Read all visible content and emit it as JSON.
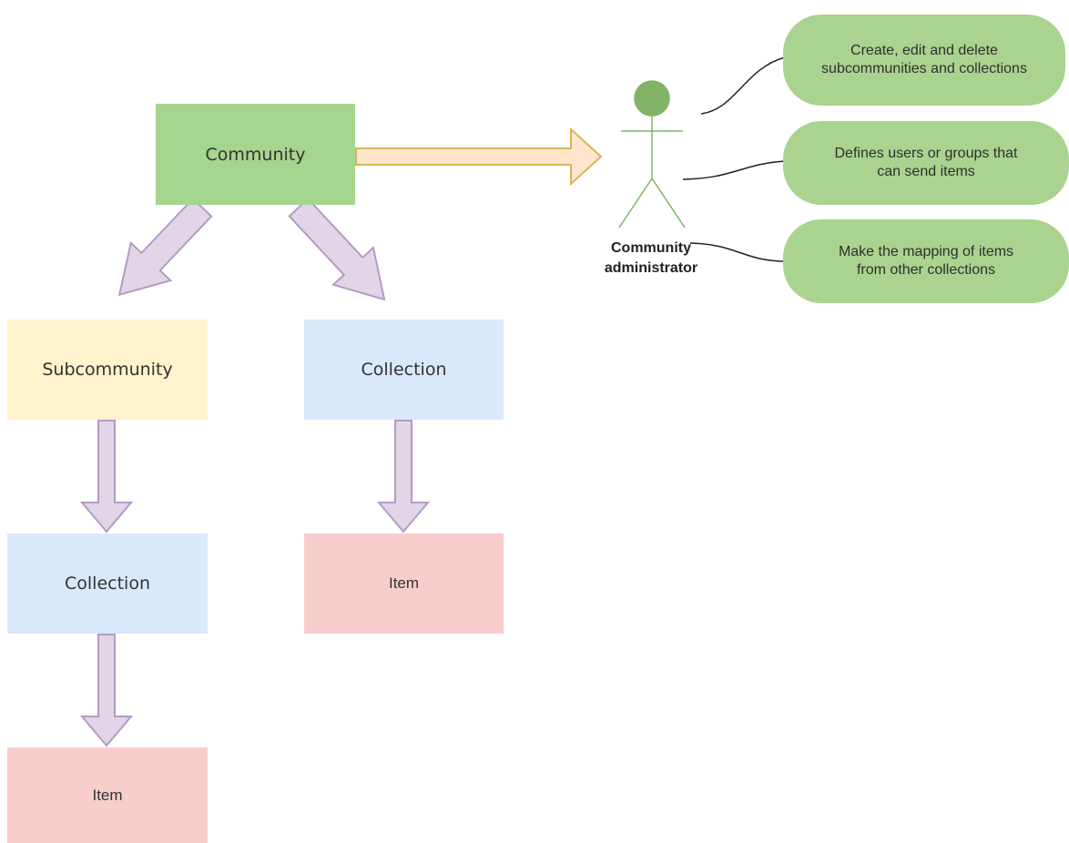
{
  "colors": {
    "community": "#a6d58e",
    "subcommunity": "#fff2cc",
    "collection": "#dae8fc",
    "item": "#f8cecc",
    "arrow_purple_fill": "#e1d5e7",
    "arrow_purple_stroke": "#b39bc2",
    "arrow_orange_fill": "#ffe6cc",
    "arrow_orange_stroke": "#d6b656",
    "actor": "#82b366",
    "bubble": "#a9d38f"
  },
  "nodes": {
    "community": "Community",
    "subcommunity": "Subcommunity",
    "collection_left": "Collection",
    "collection_right": "Collection",
    "item_left": "Item",
    "item_right": "Item"
  },
  "actor": {
    "label_line1": "Community",
    "label_line2": "administrator",
    "icon": "stick-figure-icon"
  },
  "responsibilities": [
    {
      "text": "Create, edit and delete\nsubcommunities and collections"
    },
    {
      "text": "Defines users or groups that\ncan send items"
    },
    {
      "text": "Make the mapping of items\nfrom other collections"
    }
  ]
}
